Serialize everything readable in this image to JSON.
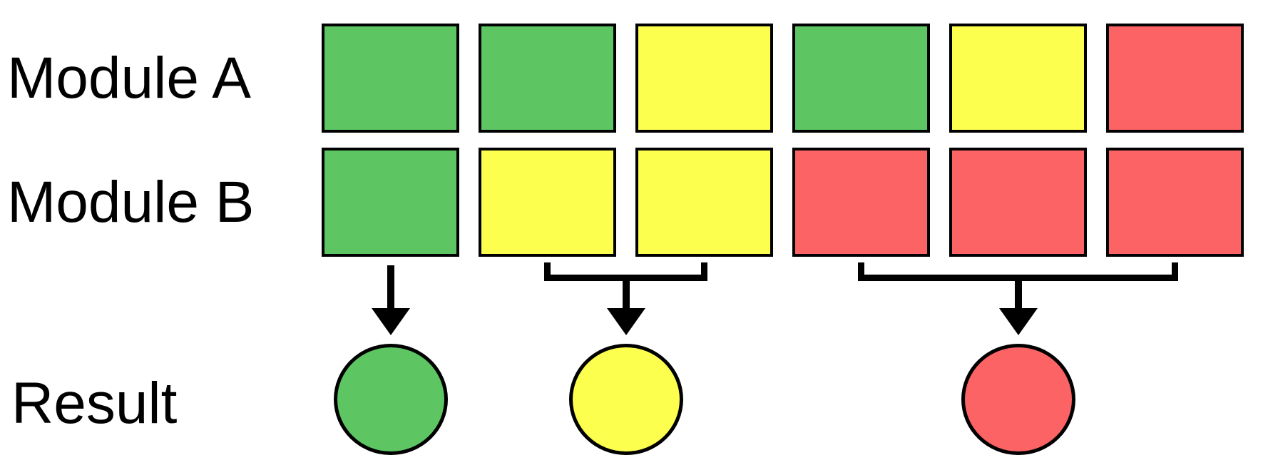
{
  "labels": {
    "row_a": "Module A",
    "row_b": "Module B",
    "result": "Result"
  },
  "colors": {
    "green": "#5dc663",
    "yellow": "#fdff4f",
    "red": "#fb6364",
    "outline": "#000000",
    "background": "#ffffff"
  },
  "columns": [
    {
      "module_a": "green",
      "module_b": "green"
    },
    {
      "module_a": "green",
      "module_b": "yellow"
    },
    {
      "module_a": "yellow",
      "module_b": "yellow"
    },
    {
      "module_a": "green",
      "module_b": "red"
    },
    {
      "module_a": "yellow",
      "module_b": "red"
    },
    {
      "module_a": "red",
      "module_b": "red"
    }
  ],
  "groups": [
    {
      "columns": [
        0
      ],
      "result": "green",
      "bracket": false
    },
    {
      "columns": [
        1,
        2
      ],
      "result": "yellow",
      "bracket": true
    },
    {
      "columns": [
        3,
        4,
        5
      ],
      "result": "red",
      "bracket": true
    }
  ]
}
